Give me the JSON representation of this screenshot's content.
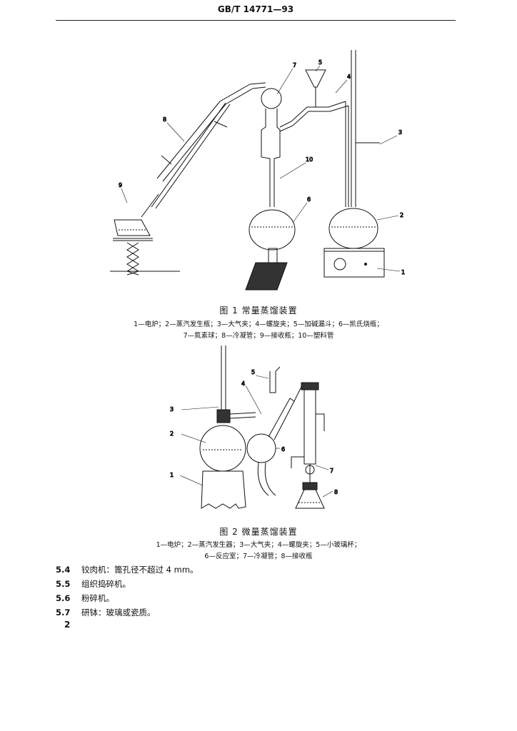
{
  "header": {
    "standard_number": "GB/T 14771—93"
  },
  "figure1": {
    "caption": "图 1   常量蒸馏装置",
    "legend_line1": "1—电炉；2—蒸汽发生瓶；3—大气夹；4—螺旋夹；5—加碱漏斗；6—凯氏烧瓶；",
    "legend_line2": "7—氮素球；8—冷凝管；9—接收瓶；10—塑料管",
    "labels": [
      "1",
      "2",
      "3",
      "4",
      "5",
      "6",
      "7",
      "8",
      "9",
      "10"
    ]
  },
  "figure2": {
    "caption": "图 2   微量蒸馏装置",
    "legend_line1": "1—电炉；2—蒸汽发生器；3—大气夹；4—螺旋夹；5—小玻璃杯；",
    "legend_line2": "6—反应室；7—冷凝管；8—接收瓶",
    "labels": [
      "1",
      "2",
      "3",
      "4",
      "5",
      "6",
      "7",
      "8"
    ]
  },
  "clauses": [
    {
      "number": "5.4",
      "text": "铰肉机：篦孔径不超过 4 mm。"
    },
    {
      "number": "5.5",
      "text": "组织捣碎机。"
    },
    {
      "number": "5.6",
      "text": "粉碎机。"
    },
    {
      "number": "5.7",
      "text": "研钵：玻璃或瓷质。"
    }
  ],
  "page_number": "2"
}
